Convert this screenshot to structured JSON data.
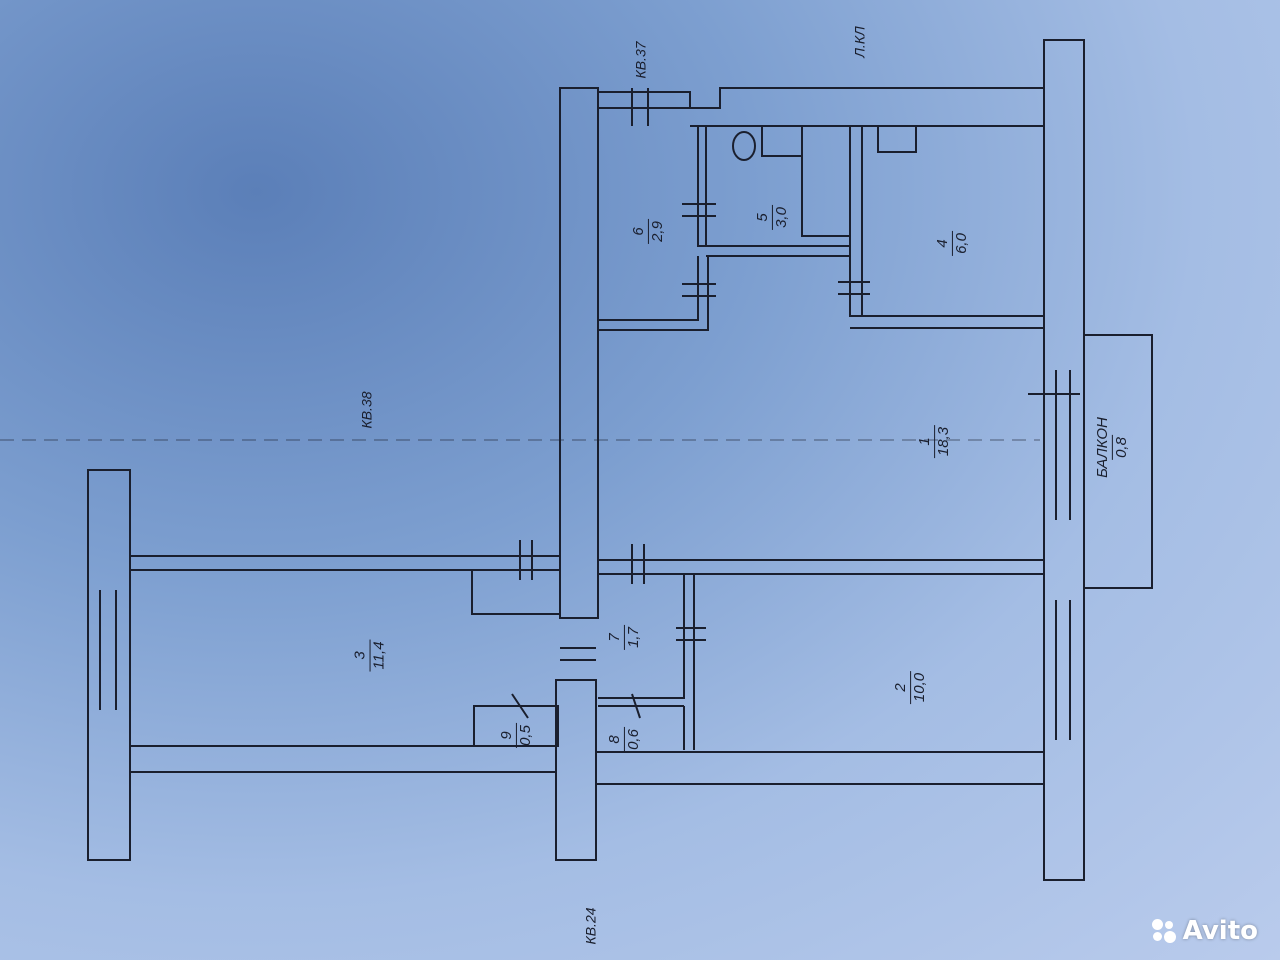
{
  "rooms": [
    {
      "number": "1",
      "area": "18,3"
    },
    {
      "number": "2",
      "area": "10,0"
    },
    {
      "number": "3",
      "area": "11,4"
    },
    {
      "number": "4",
      "area": "6,0"
    },
    {
      "number": "5",
      "area": "3,0"
    },
    {
      "number": "6",
      "area": "2,9"
    },
    {
      "number": "7",
      "area": "1,7"
    },
    {
      "number": "8",
      "area": "0,6"
    },
    {
      "number": "9",
      "area": "0,5"
    }
  ],
  "balcony": {
    "label": "БАЛКОН",
    "area": "0,8"
  },
  "neighbors": {
    "kv37": "КВ.37",
    "kv38": "КВ.38",
    "kv24": "КВ.24",
    "stair": "Л.КЛ"
  },
  "watermark": {
    "brand": "Avito",
    "icon": "avito-dots-icon"
  },
  "colors": {
    "paper": "#8eaad8",
    "ink": "#1a1f2e"
  }
}
